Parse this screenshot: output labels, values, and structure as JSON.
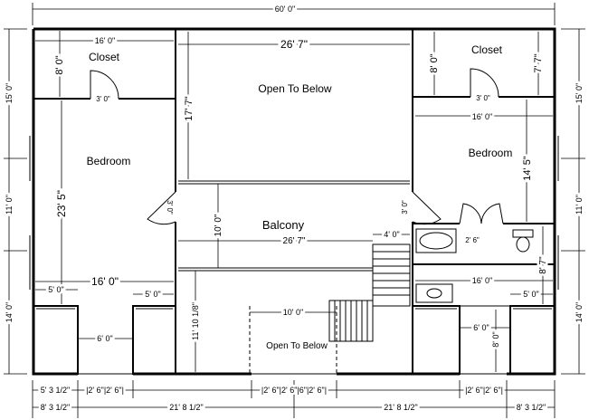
{
  "labels": {
    "overall_width": "60' 0\"",
    "closet_left": "Closet",
    "closet_right": "Closet",
    "bedroom_left": "Bedroom",
    "bedroom_right": "Bedroom",
    "open_to_below_top": "Open To Below",
    "open_to_below_bottom": "Open To Below",
    "balcony": "Balcony"
  },
  "dims": {
    "left_closet_width": "16' 0\"",
    "left_closet_depth": "8' 0\"",
    "left_closet_door": "3' 0\"",
    "open_width": "26' 7\"",
    "open_depth": "17' 7\"",
    "right_closet_depth_a": "8' 0\"",
    "right_closet_depth_b": "7' 7\"",
    "right_closet_door": "3' 0\"",
    "right_bed_width": "16' 0\"",
    "right_bed_depth": "14' 5\"",
    "left_bed_depth": "23' 5\"",
    "left_door": "3' 0\"",
    "right_door": "3' 0\"",
    "balcony_depth": "10' 0\"",
    "balcony_width": "26' 7\"",
    "stair_4": "4' 0\"",
    "bath_2_6": "2' 6\"",
    "left_bed_width": "16' 0\"",
    "left_bed_5_left": "5' 0\"",
    "left_bed_5_right": "5' 0\"",
    "bath_width": "16' 0\"",
    "bath_8_7": "8' 7\"",
    "bath_5": "5' 0\"",
    "open_lower_depth": "11' 10 1/8\"",
    "open_lower_width": "10' 0\"",
    "left_closet_6": "6' 0\"",
    "right_closet_6": "6' 0\"",
    "right_closet_8": "8' 0\""
  },
  "side_dims": {
    "left_15": "15' 0\"",
    "left_11": "11' 0\"",
    "left_14": "14' 0\"",
    "right_15": "15' 0\"",
    "right_11": "11' 0\"",
    "right_14": "14' 0\""
  },
  "bottom_dims": {
    "row1_a": "5' 3 1/2\"",
    "row1_b": "|2' 6\"|2' 6\"|",
    "row1_c": "|2' 6\"|2' 6\"|6\"|2' 6\"|",
    "row1_d": "|2' 6\"|2' 6\"|",
    "row2_a": "8' 3 1/2\"",
    "row2_b": "21' 8 1/2\"",
    "row2_c": "21' 8 1/2\"",
    "row2_d": "8' 3 1/2\""
  }
}
